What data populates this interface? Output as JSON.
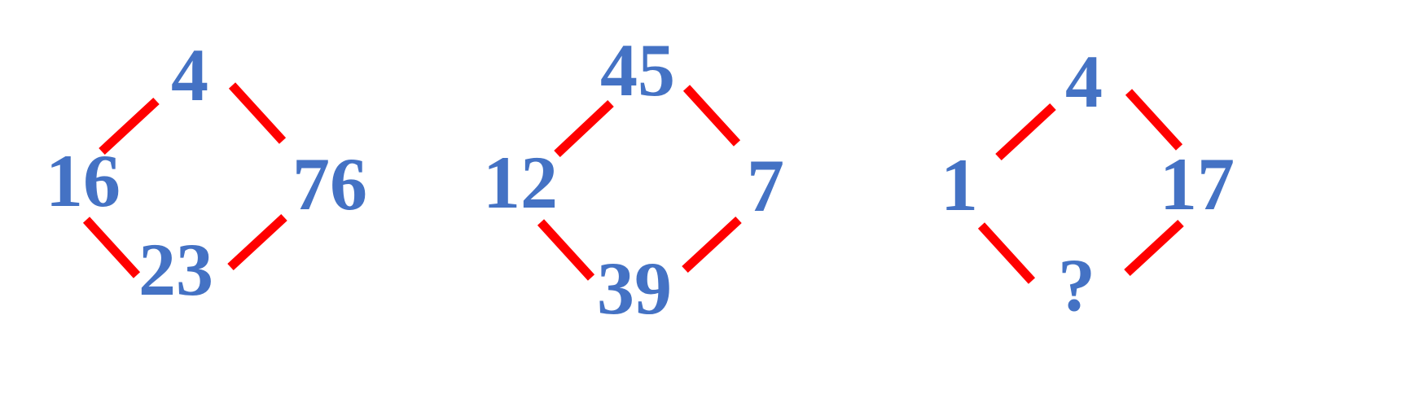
{
  "colors": {
    "numbers": "#4472c4",
    "lines": "#ff0000"
  },
  "puzzles": [
    {
      "top": "4",
      "left": "16",
      "right": "76",
      "bottom": "23"
    },
    {
      "top": "45",
      "left": "12",
      "right": "7",
      "bottom": "39"
    },
    {
      "top": "4",
      "left": "1",
      "right": "17",
      "bottom": "?"
    }
  ]
}
